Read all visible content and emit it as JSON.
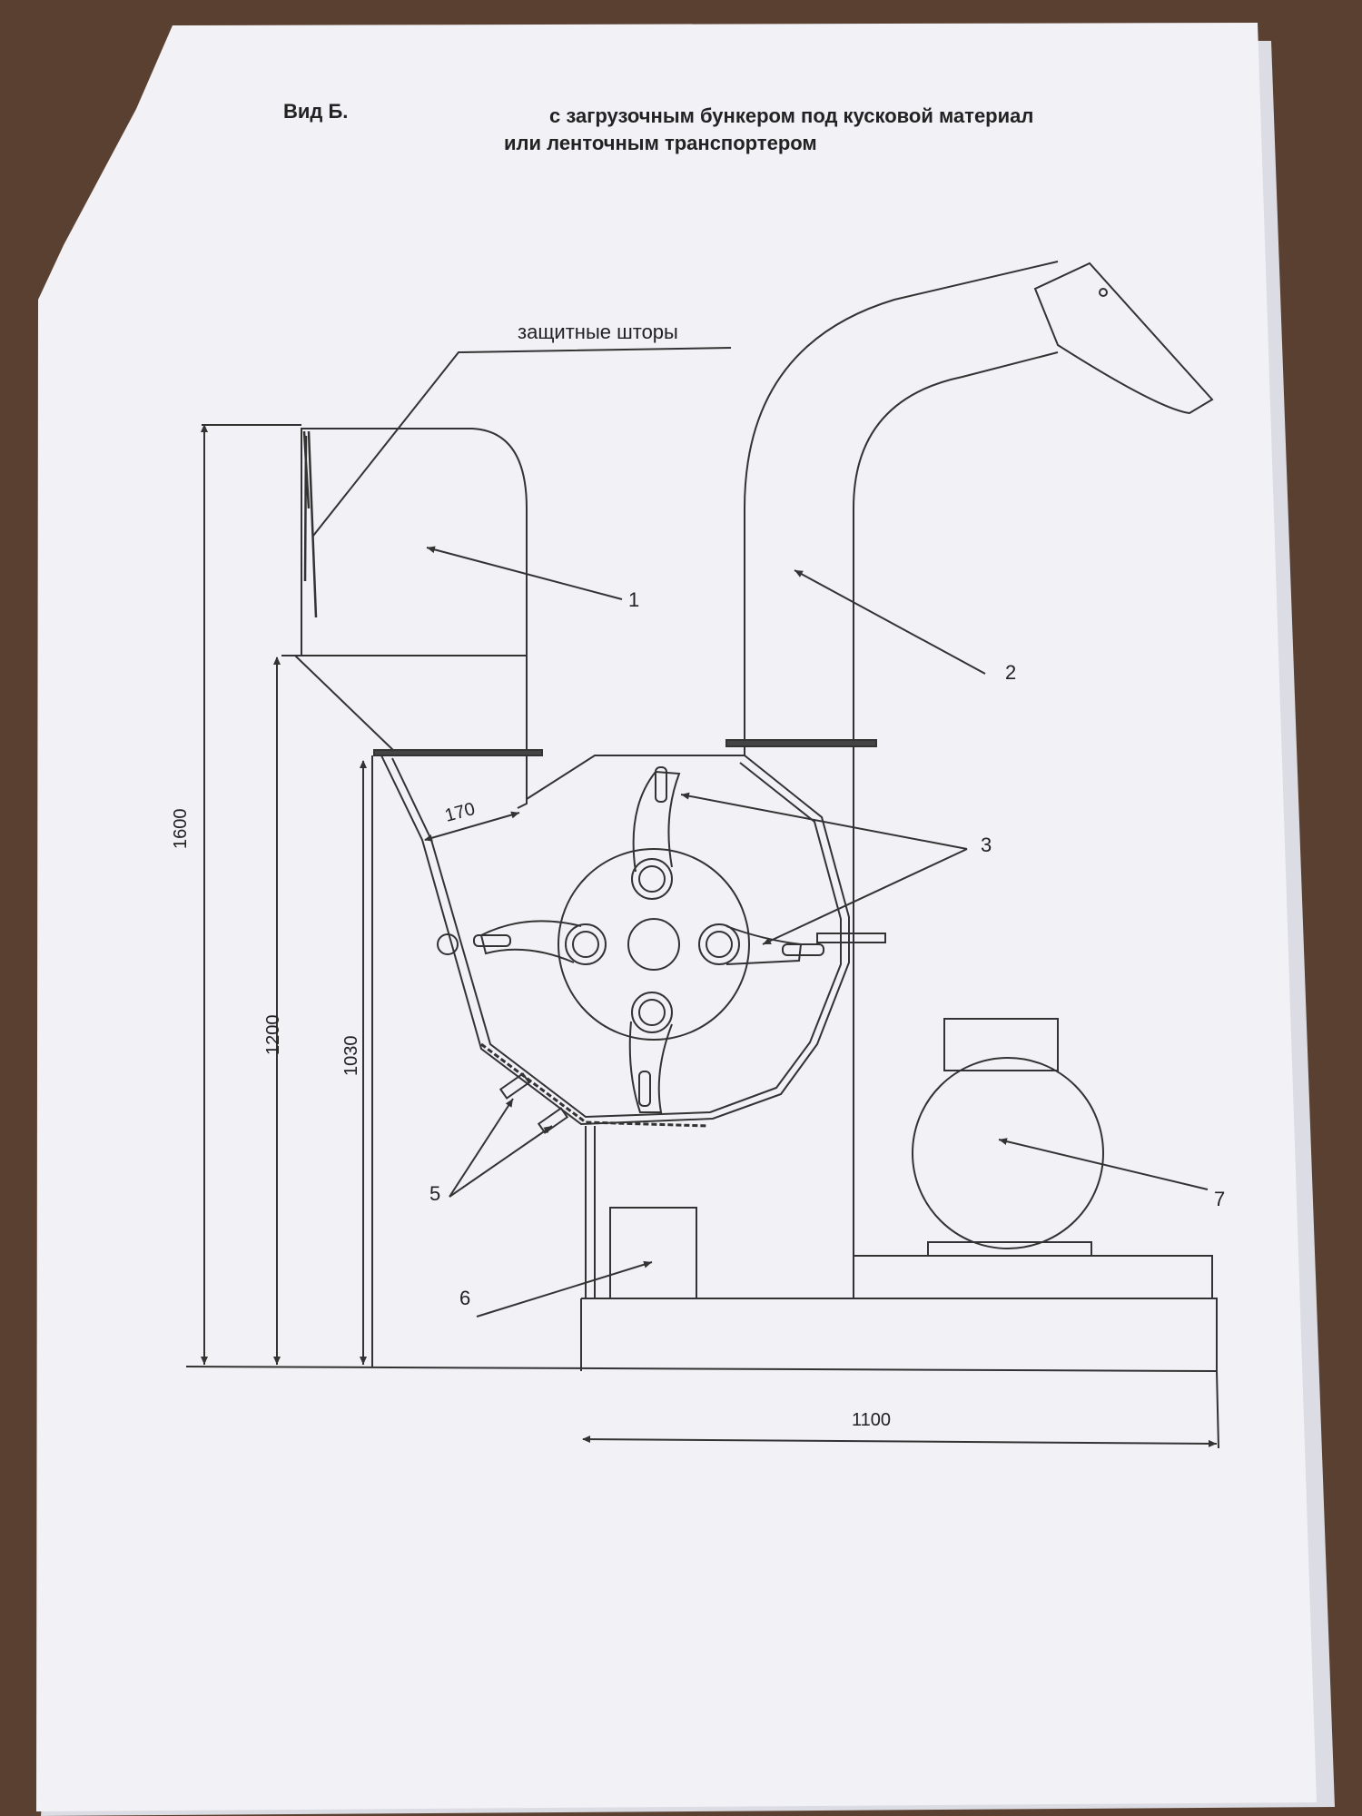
{
  "header": {
    "view_label": "Вид Б.",
    "subtitle_line1": "с загрузочным бункером под кусковой материал",
    "subtitle_line2": "или ленточным транспортером"
  },
  "callouts": {
    "curtains": "защитные шторы",
    "item_1": "1",
    "item_2": "2",
    "item_3": "3",
    "item_5": "5",
    "item_6": "6",
    "item_7": "7"
  },
  "dimensions": {
    "total_height": "1600",
    "hopper_base_height": "1200",
    "housing_height": "1030",
    "inlet_width": "170",
    "base_length": "1100"
  },
  "colors": {
    "desk": "#5a4030",
    "paper": "#f1f1f6",
    "line": "#333333"
  }
}
